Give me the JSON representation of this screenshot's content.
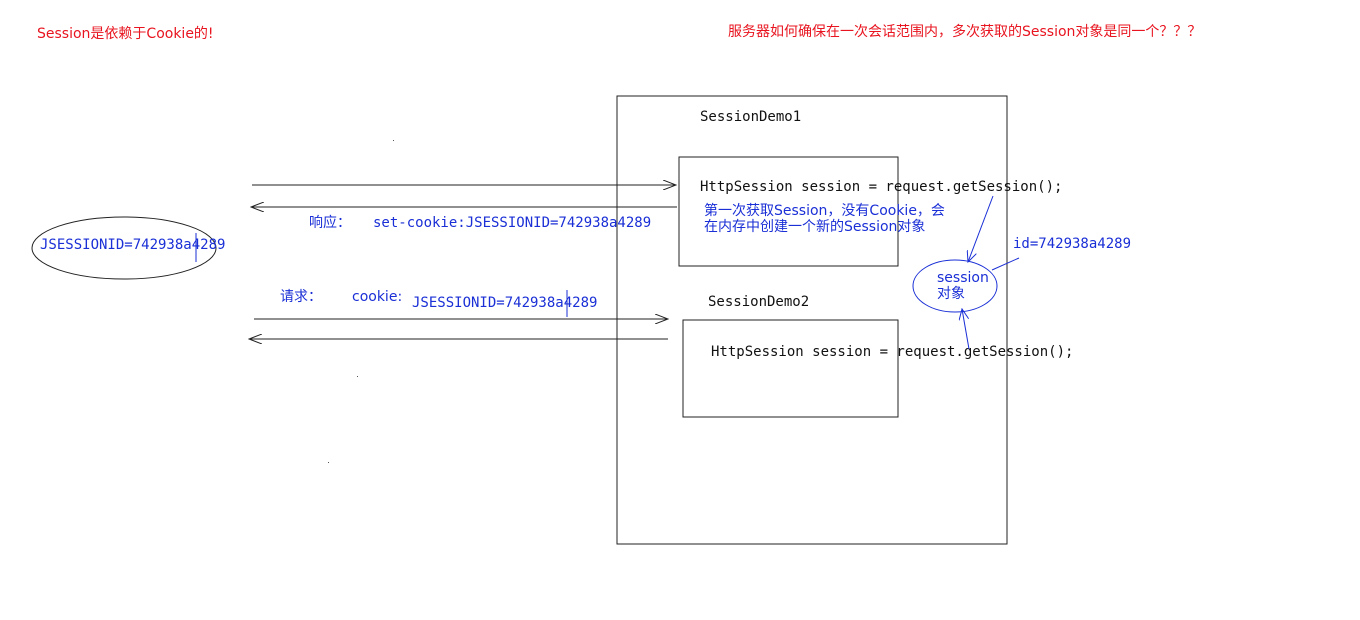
{
  "colors": {
    "red_text": "#e8141f",
    "blue_text": "#1a2fd6",
    "black_text": "#111111",
    "line": "#222222",
    "blue_line": "#1a2fd6"
  },
  "header": {
    "left_note": "Session是依赖于Cookie的!",
    "right_question": "服务器如何确保在一次会话范围内，多次获取的Session对象是同一个？？？"
  },
  "client": {
    "cookie_value": "JSESSIONID=742938a4289"
  },
  "response": {
    "label": "响应：",
    "header": "set-cookie:JSESSIONID=742938a4289"
  },
  "request": {
    "label": "请求：",
    "cookie_label": "cookie:",
    "cookie_value": "JSESSIONID=742938a4289"
  },
  "server": {
    "demo1": {
      "title": "SessionDemo1",
      "code": "HttpSession session = request.getSession();",
      "note_line1": "第一次获取Session，没有Cookie，会",
      "note_line2": "在内存中创建一个新的Session对象"
    },
    "demo2": {
      "title": "SessionDemo2",
      "code": "HttpSession session = request.getSession();"
    },
    "session_object": {
      "line1": "session",
      "line2": "对象",
      "id_label": "id=742938a4289"
    }
  }
}
